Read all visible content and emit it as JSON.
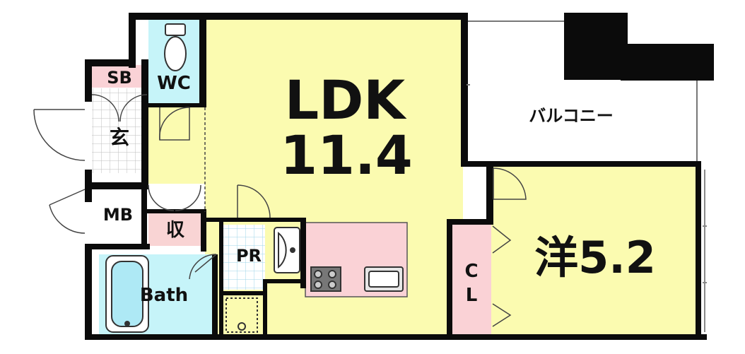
{
  "rooms": {
    "ldk": {
      "name": "LDK",
      "size": "11.4"
    },
    "western": {
      "name": "洋5.2"
    },
    "balcony": {
      "name": "バルコニー"
    },
    "bath": {
      "name": "Bath"
    },
    "wc": {
      "name": "WC"
    },
    "sb": {
      "name": "SB"
    },
    "entrance": {
      "name": "玄"
    },
    "mb": {
      "name": "MB"
    },
    "storage": {
      "name": "収"
    },
    "pr": {
      "name": "PR"
    },
    "closet": {
      "line1": "C",
      "line2": "L"
    }
  },
  "colors": {
    "ldk": "#fbfbb0",
    "water": "#c6f4f9",
    "storage": "#f9d4d4",
    "counter": "#fad2d6",
    "wall": "#0b0b0b"
  }
}
